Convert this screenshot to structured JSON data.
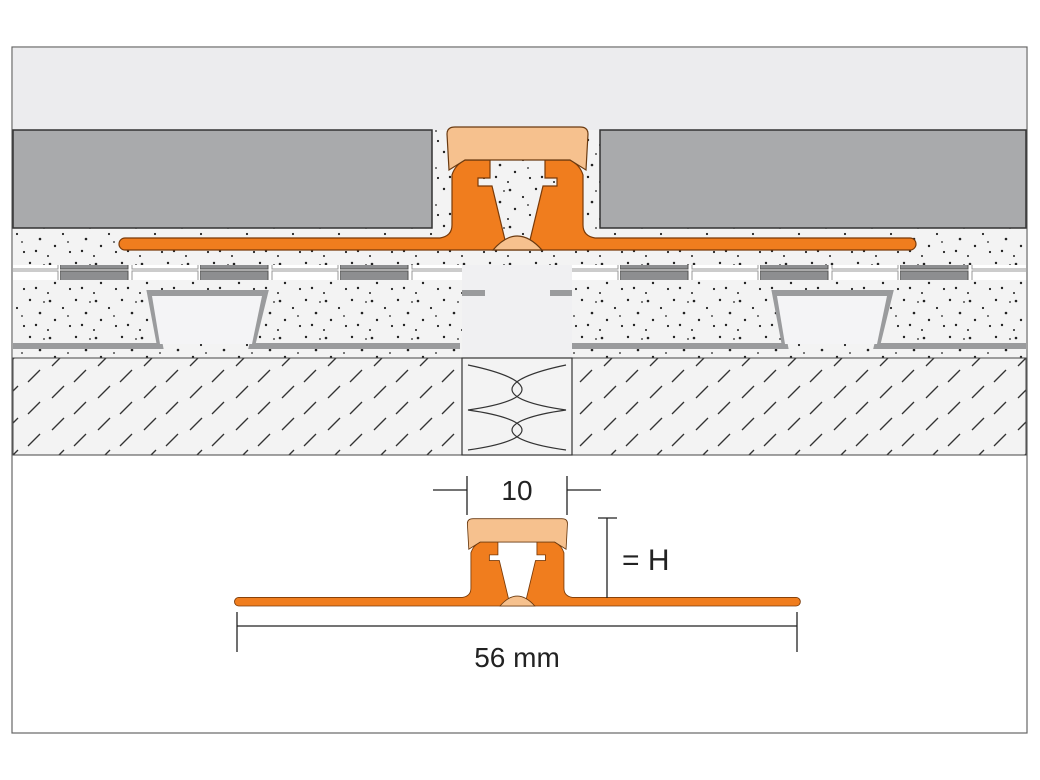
{
  "diagram": {
    "labels": {
      "joint_width": "10",
      "height": "= H",
      "total_width": "56 mm"
    },
    "colors": {
      "profile": "#f07d1e",
      "cap": "#f6c18e",
      "tile": "#a9aaac",
      "background_top": "#ececee"
    }
  }
}
